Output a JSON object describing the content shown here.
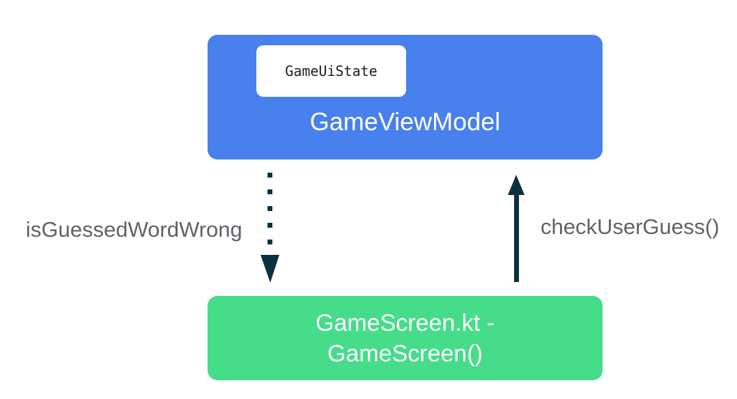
{
  "colors": {
    "viewmodel": "#4880ee",
    "screen": "#45dd8a",
    "arrow": "#0d3040",
    "label": "#5f6368"
  },
  "viewmodel": {
    "state_label": "GameUiState",
    "title": "GameViewModel"
  },
  "screen": {
    "line1": "GameScreen.kt -",
    "line2": "GameScreen()"
  },
  "edges": {
    "state_flow_label": "isGuessedWordWrong",
    "event_label": "checkUserGuess()"
  }
}
